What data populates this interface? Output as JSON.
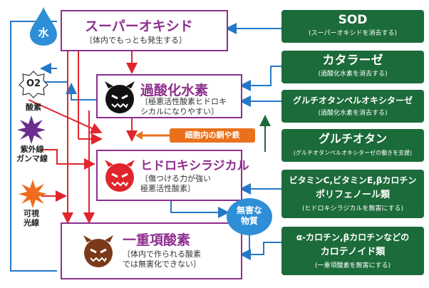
{
  "ros": [
    {
      "id": "superoxide",
      "title": "スーパーオキシド",
      "desc": [
        "〔体内でもっとも発生する〕"
      ]
    },
    {
      "id": "h2o2",
      "title": "過酸化水素",
      "desc": [
        "〔極悪活性酸素ヒドロキ",
        "シカルになりやすい〕"
      ]
    },
    {
      "id": "hydroxyl",
      "title": "ヒドロキシラジカル",
      "desc": [
        "〔傷つける力が強い",
        "極悪活性酸素〕"
      ]
    },
    {
      "id": "singlet",
      "title": "一重項酸素",
      "desc": [
        "〔体内で作られる酸素",
        "では無害化できない〕"
      ]
    }
  ],
  "enzymes": [
    {
      "title": "SOD",
      "sub": "(スーパーオキシドを消去する)"
    },
    {
      "title": "カタラーゼ",
      "sub": "(過酸化水素を消去する)"
    },
    {
      "title": "グルチオタンペルオキシターゼ",
      "sub": "(過酸化水素を消去する)"
    },
    {
      "title": "グルチオタン",
      "sub": "(グルチオタンペルオキシターゼの働きを支援)"
    },
    {
      "title": "ビタミンC,ビタミンE,βカロチン",
      "title2": "ポリフェノール類",
      "sub": "(ヒドロキシラジカルを無害にする)"
    },
    {
      "title": "α-カロチン,βカロチンなどの",
      "title2": "カロテノイド類",
      "sub": "(一重項酸素を無害にする)"
    }
  ],
  "sources": {
    "water": "水",
    "o2": "O2",
    "oxygen": "酸素",
    "uv": [
      "紫外線",
      "ガンマ線"
    ],
    "visible": [
      "可視",
      "光線"
    ]
  },
  "metal_label": "細胞内の銅や鉄",
  "harmless": [
    "無害な",
    "物質"
  ],
  "colors": {
    "purple": "#8e2f8e",
    "green": "#1c6b3a",
    "red": "#e0262c",
    "blue": "#2478c7",
    "orange": "#e9711c",
    "uv": "#6b2d8e",
    "sun": "#ef6c1c"
  }
}
